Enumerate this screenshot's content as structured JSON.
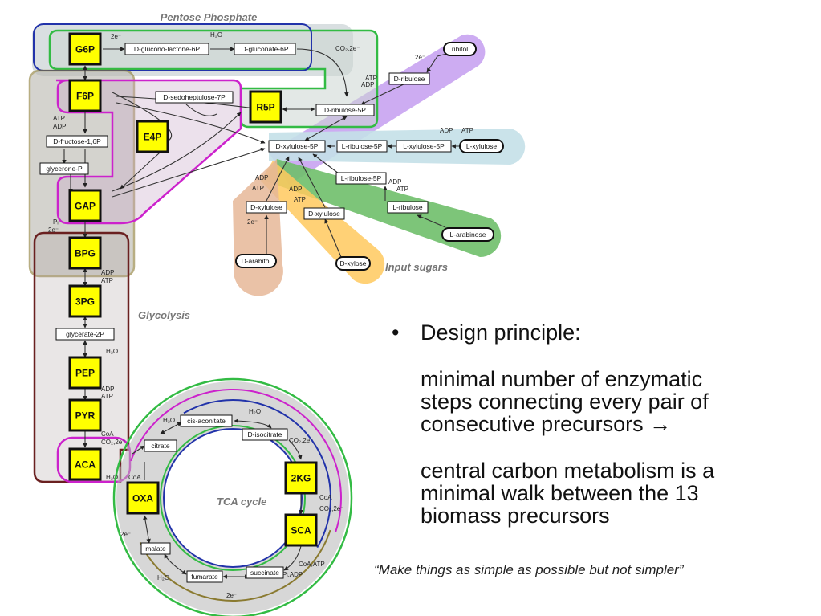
{
  "regions": {
    "pentose_phosphate": "Pentose Phosphate",
    "glycolysis": "Glycolysis",
    "tca_cycle": "TCA cycle",
    "input_sugars": "Input sugars"
  },
  "precursors": [
    "G6P",
    "F6P",
    "R5P",
    "E4P",
    "GAP",
    "BPG",
    "3PG",
    "PEP",
    "PYR",
    "ACA",
    "OXA",
    "2KG",
    "SCA"
  ],
  "intermediates": {
    "glucono_lactone": "D-glucono-lactone-6P",
    "gluconate": "D-gluconate-6P",
    "sedoheptulose": "D-sedoheptulose-7P",
    "fructose_bp": "D-fructose-1,6P",
    "glycerone": "glycerone-P",
    "ribulose_5p": "D-ribulose-5P",
    "xylulose_5p": "D-xylulose-5P",
    "l_ribulose_5p": "L-ribulose-5P",
    "l_xylulose_5p": "L-xylulose-5P",
    "l_ribulose_5p_b": "L-ribulose-5P",
    "ribulose": "D-ribulose",
    "l_ribulose": "L-ribulose",
    "xylulose_a": "D-xylulose",
    "xylulose_b": "D-xylulose",
    "glycerate": "glycerate-2P",
    "citrate": "citrate",
    "cis_aconitate": "cis-aconitate",
    "isocitrate": "D-isocitrate",
    "malate": "malate",
    "fumarate": "fumarate",
    "succinate": "succinate"
  },
  "sugars": {
    "ribitol": "ribitol",
    "l_xylulose": "L-xylulose",
    "l_arabinose": "L-arabinose",
    "d_xylose": "D-xylose",
    "d_arabitol": "D-arabitol"
  },
  "cofactors": {
    "g6p_2e": "2e⁻",
    "h2o_top": "H₂O",
    "co2_2e_top": "CO₂,2e⁻",
    "ribitol_2e": "2e⁻",
    "adp_ribulose": "ADP",
    "atp_ribulose": "ATP",
    "atp_f6p": "ATP",
    "adp_f6p": "ADP",
    "adp_lxyl": "ADP",
    "atp_lxyl": "ATP",
    "adp_xyla": "ADP",
    "atp_xyla": "ATP",
    "adp_xylb": "ADP",
    "atp_xylb": "ATP",
    "adp_lrib": "ADP",
    "atp_lrib": "ATP",
    "arabitol_2e": "2e⁻",
    "pi_gap": "Pᵢ",
    "gap_2e": "2e⁻",
    "adp_bpg": "ADP",
    "atp_bpg": "ATP",
    "h2o_glyc": "H₂O",
    "adp_pep": "ADP",
    "atp_pep": "ATP",
    "coa_pyr": "CoA",
    "co2_2e_pyr": "CO₂,2e⁻",
    "h2o_aca": "H₂O",
    "coa_aca": "CoA",
    "h2o_cit": "H₂O",
    "h2o_iso": "H₂O",
    "co2_2e_iso": "CO₂,2e⁻",
    "coa_2kg": "CoA",
    "co2_2e_2kg": "CO₂,2e⁻",
    "coa_atp_sca": "CoA,ATP",
    "pi_adp_sca": "Pᵢ,ADP",
    "oxa_2e": "2e⁻",
    "h2o_mal": "H₂O",
    "fum_2e": "2e⁻"
  },
  "bullet": {
    "symbol": "•",
    "heading": "Design principle:",
    "para1": [
      "minimal number of enzymatic",
      "steps connecting every pair of",
      "consecutive precursors  →"
    ],
    "para2": [
      "central carbon metabolism is a",
      "minimal walk between the 13",
      "biomass precursors"
    ]
  },
  "quote": "“Make things as simple as possible but not simpler”",
  "colors": {
    "precursor_fill": "#ffff00",
    "pentose_green": "#33bb44",
    "blue_outline": "#2233aa",
    "magenta_outline": "#cc22cc",
    "olive_outline": "#8a7a30",
    "glycolysis_brown": "#6a2020",
    "ribitol_band": "#bb88ee",
    "l_xylulose_band": "#bbdde6",
    "l_arabinose_band": "#66bb66",
    "d_xylose_band": "#ffcc66",
    "d_arabitol_band": "#e8b89a"
  }
}
